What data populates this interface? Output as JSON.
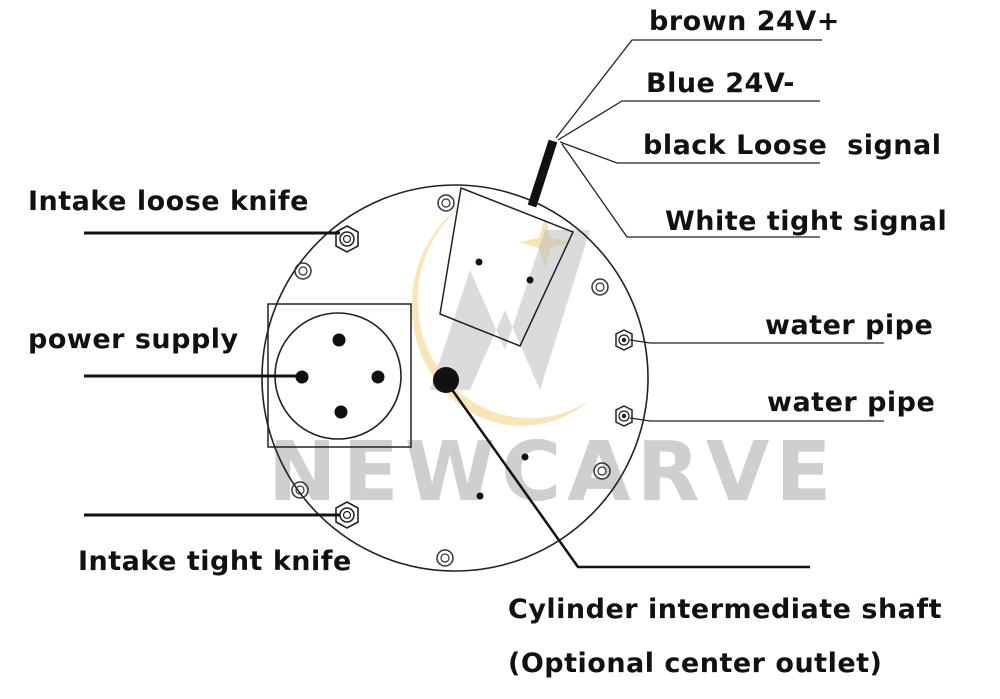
{
  "labels": {
    "brown": "brown 24V+",
    "blue": "Blue 24V-",
    "black": "black Loose  signal",
    "white": "White tight signal",
    "intake_loose": "Intake loose knife",
    "power": "power supply",
    "water1": "water pipe",
    "water2": "water pipe",
    "intake_tight": "Intake tight knife",
    "shaft1": "Cylinder intermediate shaft",
    "shaft2": "(Optional center outlet)"
  },
  "watermark": {
    "text": "NEWCARVE",
    "color": "#cfcfcf",
    "accent": "#f2d27a"
  },
  "colors": {
    "line": "#222222",
    "text": "#111111"
  }
}
